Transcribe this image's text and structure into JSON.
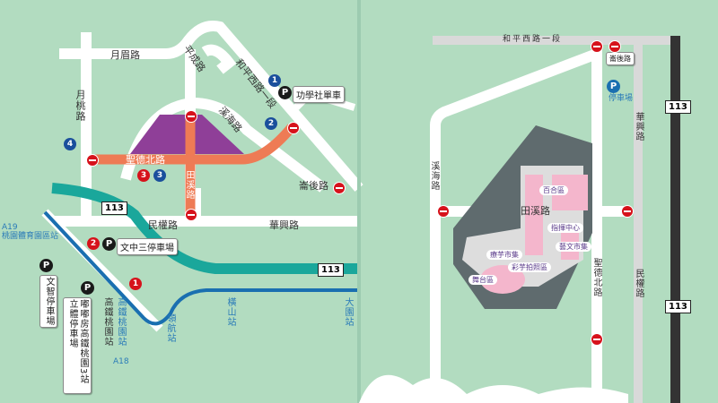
{
  "left_map": {
    "roads": {
      "yuemei": "月眉路",
      "pingcheng": "平成路",
      "heping_west_1": "和平西路一段",
      "yuetao": "月桃路",
      "xihai": "溪海路",
      "shengde_north": "聖德北路",
      "tianxi": "田溪路",
      "nanhou": "崙後路",
      "minquan": "民權路",
      "huaxing": "華興路"
    },
    "highway": "113",
    "parking": [
      {
        "number": "1",
        "label": "功學社單車"
      },
      {
        "number": "2",
        "label": "文中三停車場"
      },
      {
        "label": "文智停車場"
      },
      {
        "label": "嘟嘟房高鐵桃園3站立體停車場"
      }
    ],
    "badges_blue": [
      "1",
      "2",
      "3",
      "4"
    ],
    "badges_red": [
      "1",
      "2",
      "3"
    ],
    "stations": {
      "a19_code": "A19",
      "a19": "桃園體育園區站",
      "hsr": "高鐵桃園站",
      "a18_name": "高鐵桃園站",
      "a18_code": "A18",
      "linghang": "領航站",
      "hengshan": "橫山站",
      "dayuan": "大園站"
    },
    "colors": {
      "closed_road": "#ee7b55",
      "venue": "#8f3f98",
      "highway": "#1aa79b",
      "metro": "#1a6fb0",
      "background": "#b2dcc0"
    }
  },
  "right_map": {
    "roads": {
      "heping_west_1": "和平西路一段",
      "nanhou": "崙後路",
      "huaxing": "華興路",
      "xihai": "溪海路",
      "tianxi": "田溪路",
      "shengde_north": "聖德北路",
      "minquan": "民權路"
    },
    "parking_label": "停車場",
    "highway": "113",
    "zones": [
      "百合區",
      "指揮中心",
      "藝文市集",
      "療芋市集",
      "彩芋拍照區",
      "舞台區"
    ]
  }
}
